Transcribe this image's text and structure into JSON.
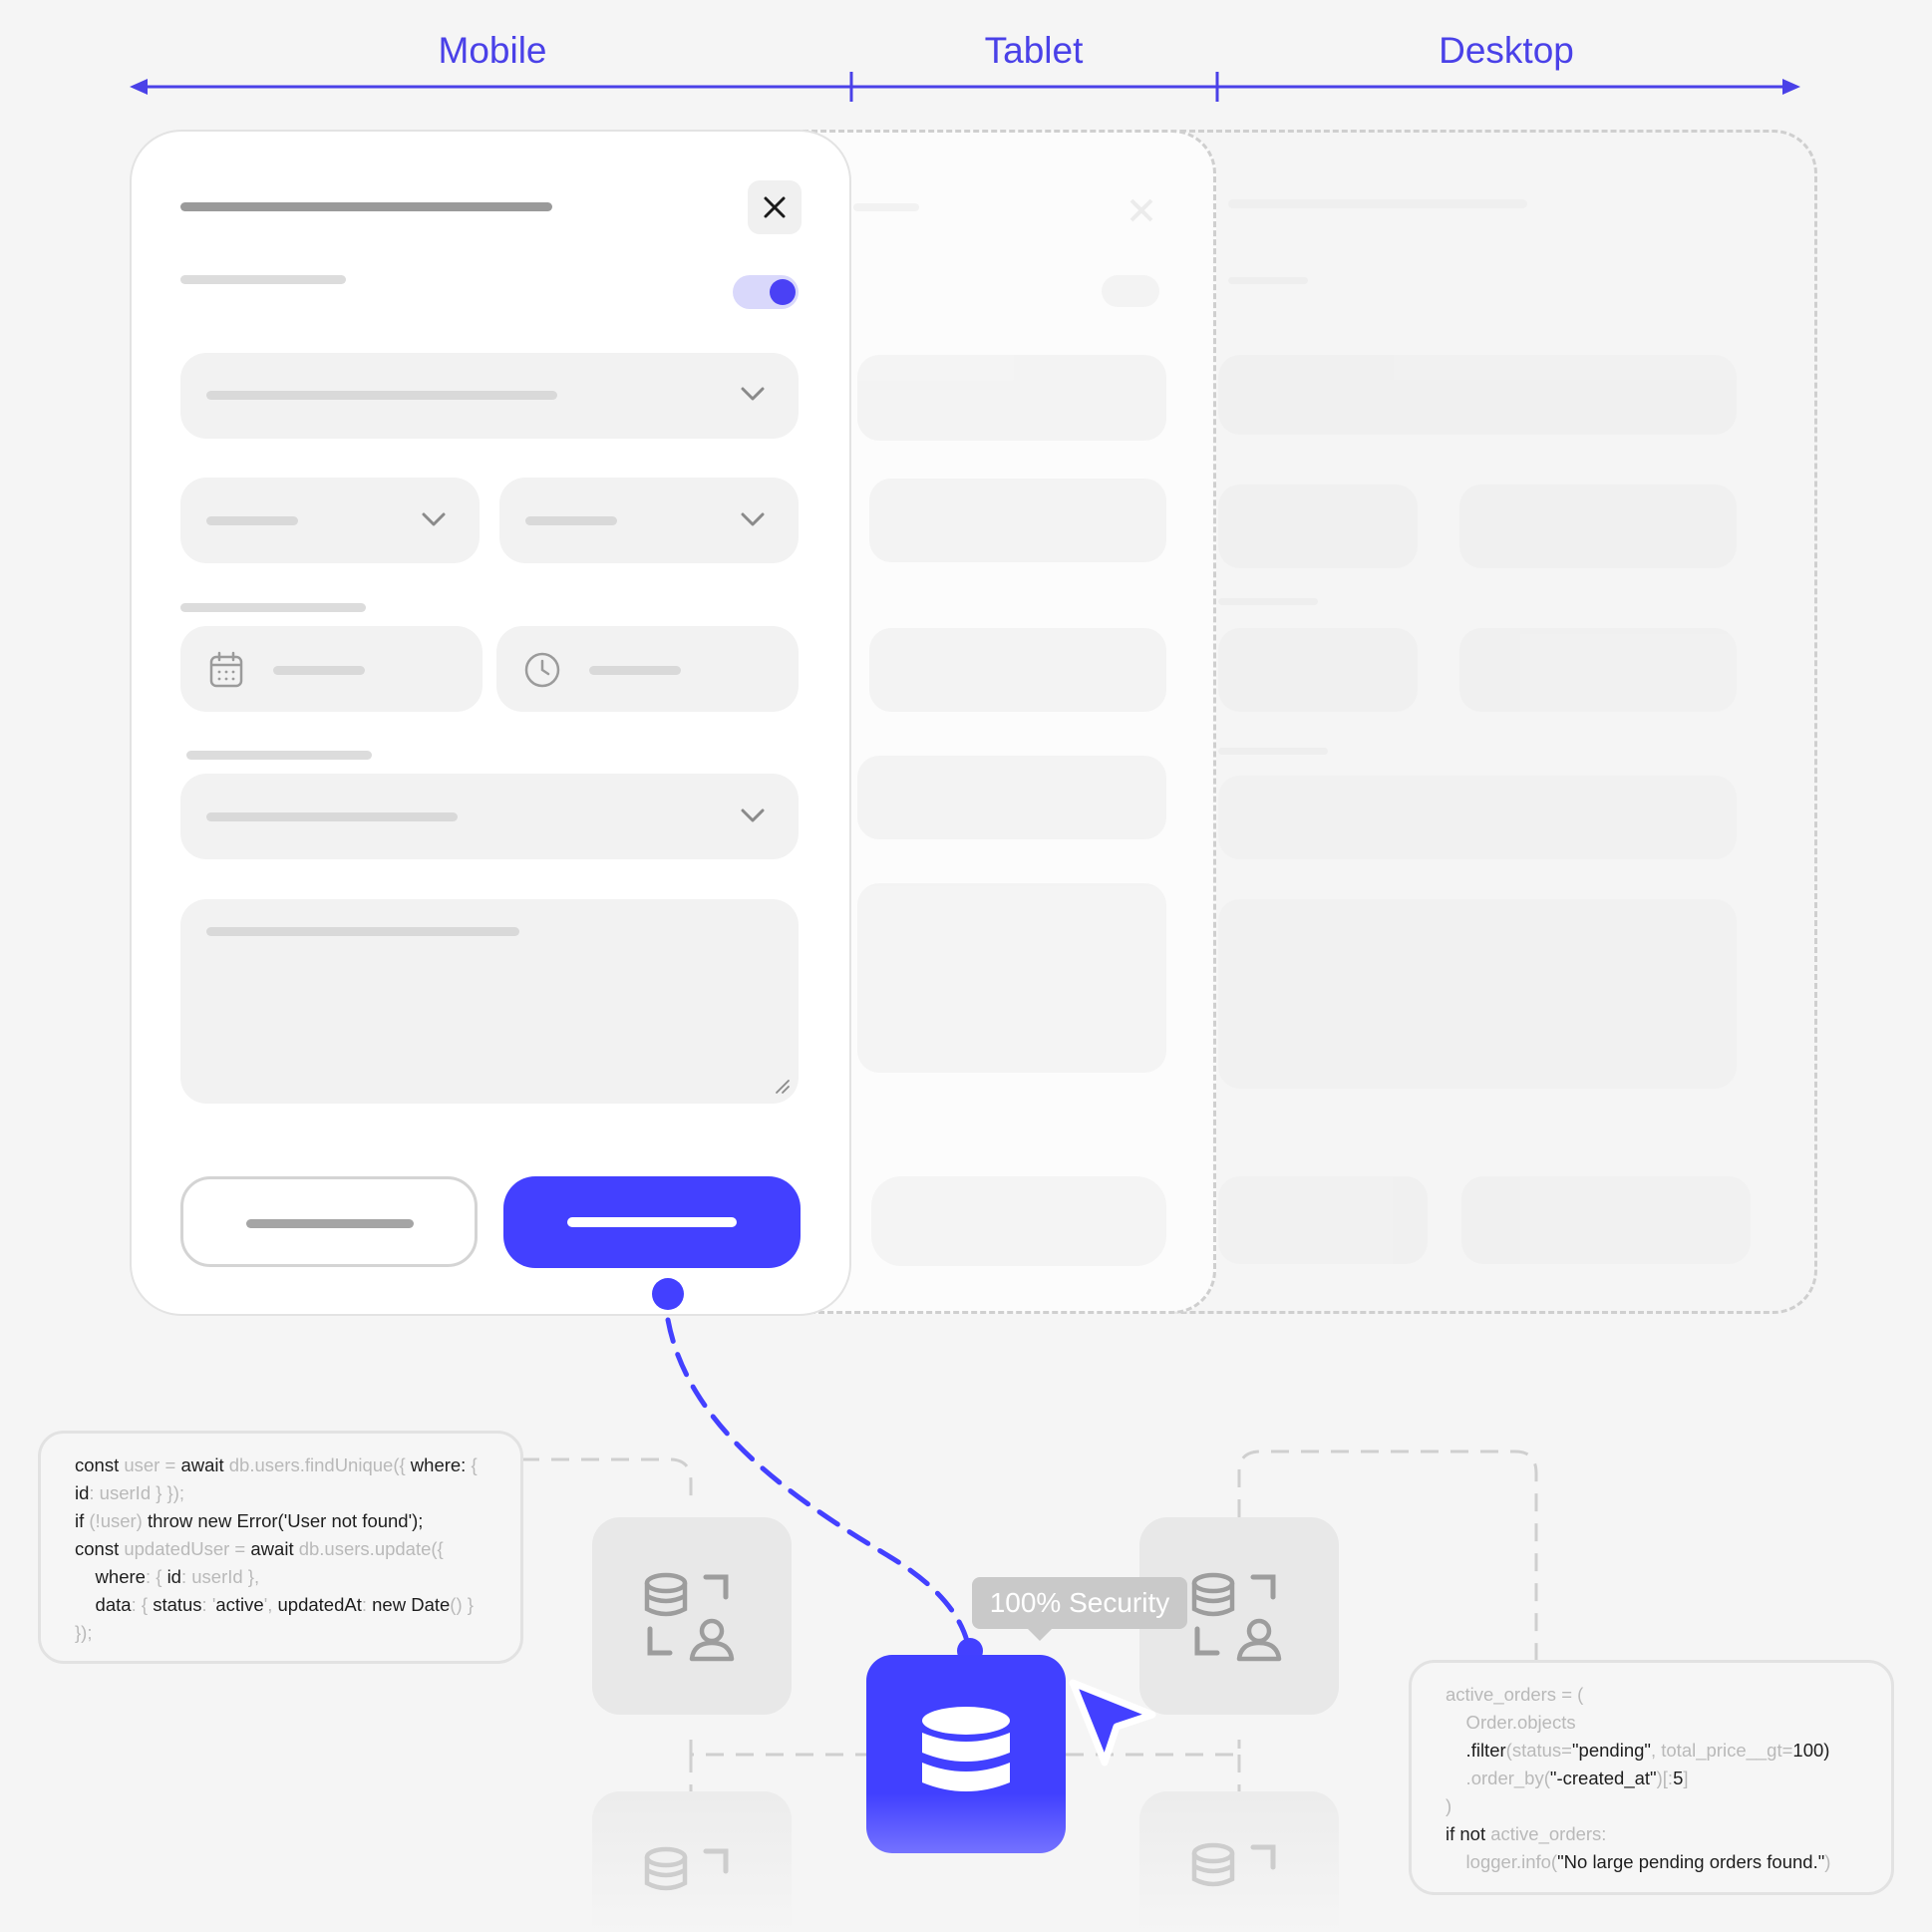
{
  "breakpoints": {
    "mobile": "Mobile",
    "tablet": "Tablet",
    "desktop": "Desktop"
  },
  "tooltip": "100% Security",
  "code_js": [
    [
      [
        "const ",
        ""
      ],
      [
        "user = ",
        "m"
      ],
      [
        "await ",
        ""
      ],
      [
        "db.users.findUnique({ ",
        "m"
      ],
      [
        "where: ",
        ""
      ],
      [
        "{",
        "m"
      ]
    ],
    [
      [
        "id",
        ""
      ],
      [
        ": userId } });",
        "m"
      ]
    ],
    [
      [
        "if ",
        ""
      ],
      [
        "(!user) ",
        "m"
      ],
      [
        "throw new Error('User not found');",
        ""
      ]
    ],
    [
      [
        "const ",
        ""
      ],
      [
        "updatedUser = ",
        "m"
      ],
      [
        "await ",
        ""
      ],
      [
        "db.users.update({",
        "m"
      ]
    ],
    [
      [
        "    where",
        ""
      ],
      [
        ": { ",
        "m"
      ],
      [
        "id",
        ""
      ],
      [
        ": userId },",
        "m"
      ]
    ],
    [
      [
        "    data",
        ""
      ],
      [
        ": { ",
        "m"
      ],
      [
        "status",
        ""
      ],
      [
        ": '",
        "m"
      ],
      [
        "active",
        ""
      ],
      [
        "', ",
        "m"
      ],
      [
        "updatedAt",
        ""
      ],
      [
        ": ",
        "m"
      ],
      [
        "new Date",
        ""
      ],
      [
        "() }",
        "m"
      ]
    ],
    [
      [
        "});",
        "m"
      ]
    ]
  ],
  "code_py": [
    [
      [
        "active_orders = (",
        "m"
      ]
    ],
    [
      [
        "    Order.objects",
        "m"
      ]
    ],
    [
      [
        "    .filter",
        ""
      ],
      [
        "(status=",
        "m"
      ],
      [
        "\"pending\"",
        ""
      ],
      [
        ", total_price__gt=",
        "m"
      ],
      [
        "100)",
        ""
      ]
    ],
    [
      [
        "    .order_by(",
        "m"
      ],
      [
        "\"-created_at\"",
        ""
      ],
      [
        ")[:",
        "m"
      ],
      [
        "5",
        ""
      ],
      [
        "]",
        "m"
      ]
    ],
    [
      [
        ")",
        "m"
      ]
    ],
    [
      [
        "if not ",
        ""
      ],
      [
        "active_orders:",
        "m"
      ]
    ],
    [
      [
        "    logger.info(",
        "m"
      ],
      [
        "\"No large pending orders found.\"",
        ""
      ],
      [
        ")",
        "m"
      ]
    ]
  ],
  "colors": {
    "accent": "#4340ff",
    "accent_light": "#d9d8fb",
    "skeleton": "#e0e0e0",
    "background": "#f5f5f5"
  },
  "icons": {
    "close": "close-icon",
    "chevron": "chevron-down-icon",
    "calendar": "calendar-icon",
    "clock": "clock-icon",
    "database": "database-icon",
    "cursor": "cursor-arrow-icon",
    "user_db": "database-user-icon"
  },
  "toggle_on": true
}
